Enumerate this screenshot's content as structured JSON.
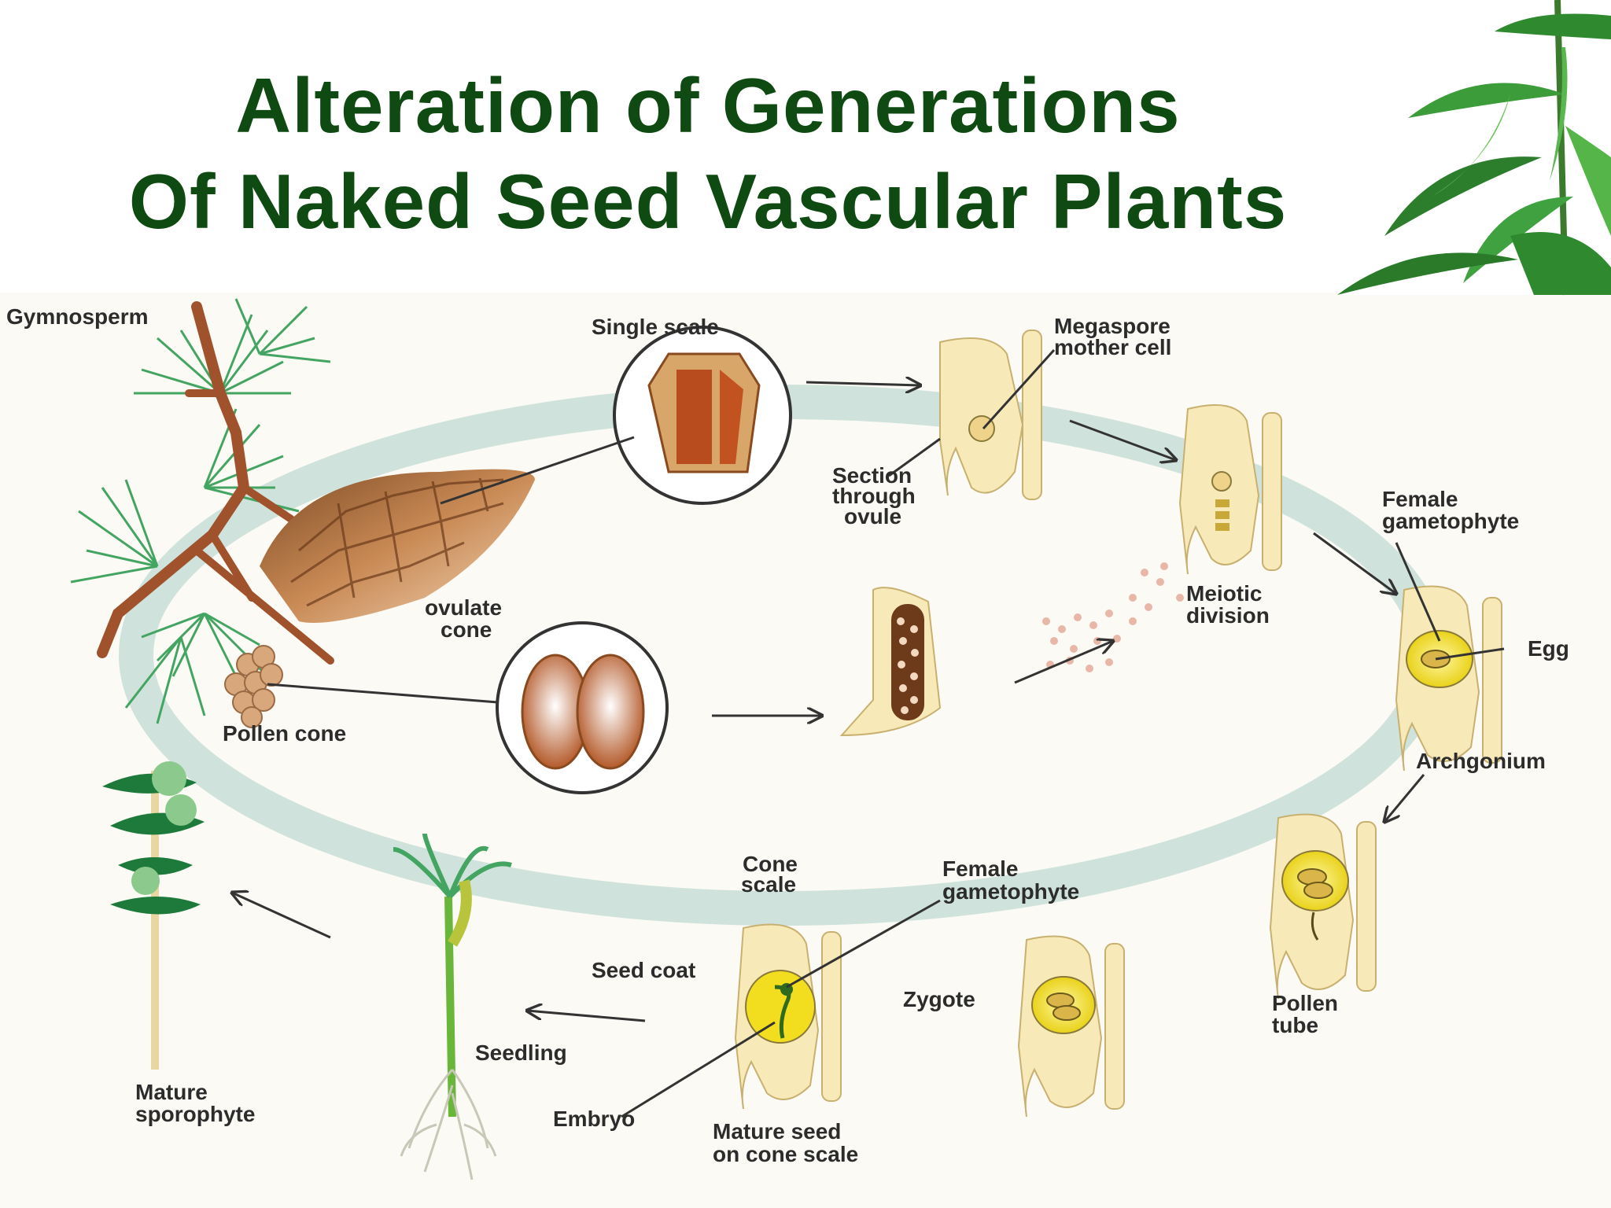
{
  "title": {
    "line1": "Alteration of Generations",
    "line2": "Of Naked Seed Vascular Plants"
  },
  "labels": {
    "gymnosperm": "Gymnosperm",
    "single_scale": "Single scale",
    "megaspore_1": "Megaspore",
    "megaspore_2": "mother cell",
    "section_1": "Section",
    "section_2": "through",
    "section_3": "ovule",
    "female_gam_top_1": "Female",
    "female_gam_top_2": "gametophyte",
    "meiotic_1": "Meiotic",
    "meiotic_2": "division",
    "egg": "Egg",
    "ovulate_1": "ovulate",
    "ovulate_2": "cone",
    "pollen_cone": "Pollen cone",
    "archegonium": "Archgonium",
    "pollen_tube_1": "Pollen",
    "pollen_tube_2": "tube",
    "cone_scale_1": "Cone",
    "cone_scale_2": "scale",
    "female_gam_bot_1": "Female",
    "female_gam_bot_2": "gametophyte",
    "seed_coat": "Seed coat",
    "zygote": "Zygote",
    "seedling": "Seedling",
    "embryo": "Embryo",
    "mature_seed_1": "Mature seed",
    "mature_seed_2": "on cone scale",
    "mature_sporo_1": "Mature",
    "mature_sporo_2": "sporophyte"
  },
  "colors": {
    "title": "#0f4a12",
    "cycle_ring": "#cfe3dc",
    "ovule_tissue": "#f8eab8",
    "gametophyte": "#f2de1f",
    "cone_brown": "#a86a3c",
    "needle_green": "#43a561",
    "bamboo_green": "#2f8a2f"
  }
}
